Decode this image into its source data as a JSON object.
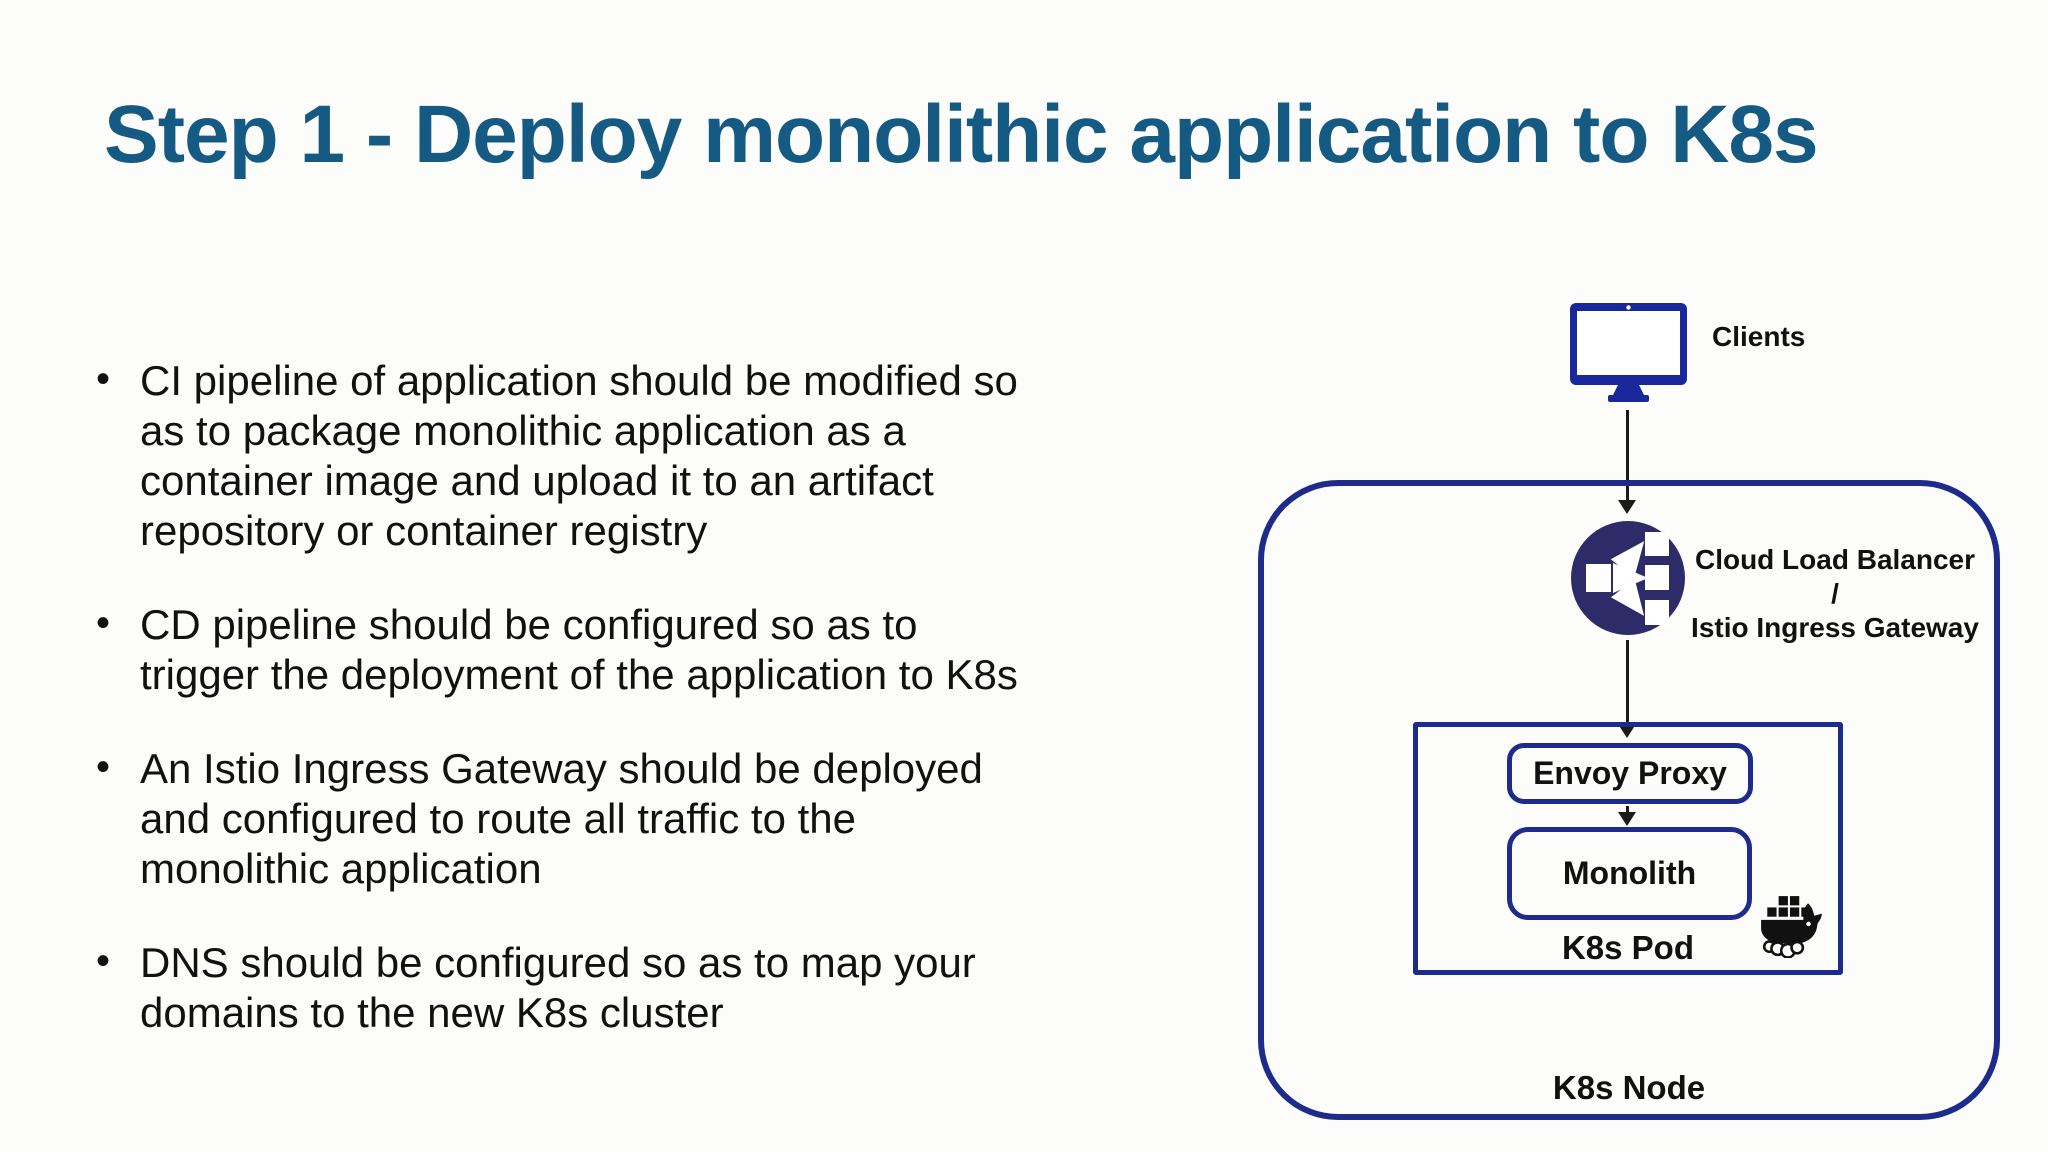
{
  "slide": {
    "title": "Step 1 - Deploy monolithic application to K8s",
    "bullets": [
      "CI pipeline of application should be modified so\nas to package monolithic application as a\ncontainer image and upload it to an artifact\nrepository or container registry",
      "CD pipeline should be configured so as to\ntrigger the deployment of the application to K8s",
      "An Istio Ingress Gateway should be deployed\nand configured to route all traffic to the\nmonolithic application",
      "DNS should be configured so as to map your\ndomains to the new K8s cluster"
    ]
  },
  "diagram": {
    "clients_label": "Clients",
    "load_balancer_label_line1": "Cloud Load Balancer /",
    "load_balancer_label_line2": "Istio Ingress Gateway",
    "envoy_label": "Envoy Proxy",
    "monolith_label": "Monolith",
    "pod_label": "K8s Pod",
    "node_label": "K8s Node",
    "icons": {
      "clients": "monitor-icon",
      "load_balancer": "load-balancer-icon",
      "container_runtime": "docker-whale-icon"
    }
  },
  "colors": {
    "title_blue": "#155a83",
    "body_text": "#111111",
    "diagram_border_navy": "#1d2b8a",
    "monitor_blue": "#18289b",
    "lb_circle_navy": "#2d2c68",
    "icon_black": "#111111",
    "background": "#fcfcfb"
  }
}
